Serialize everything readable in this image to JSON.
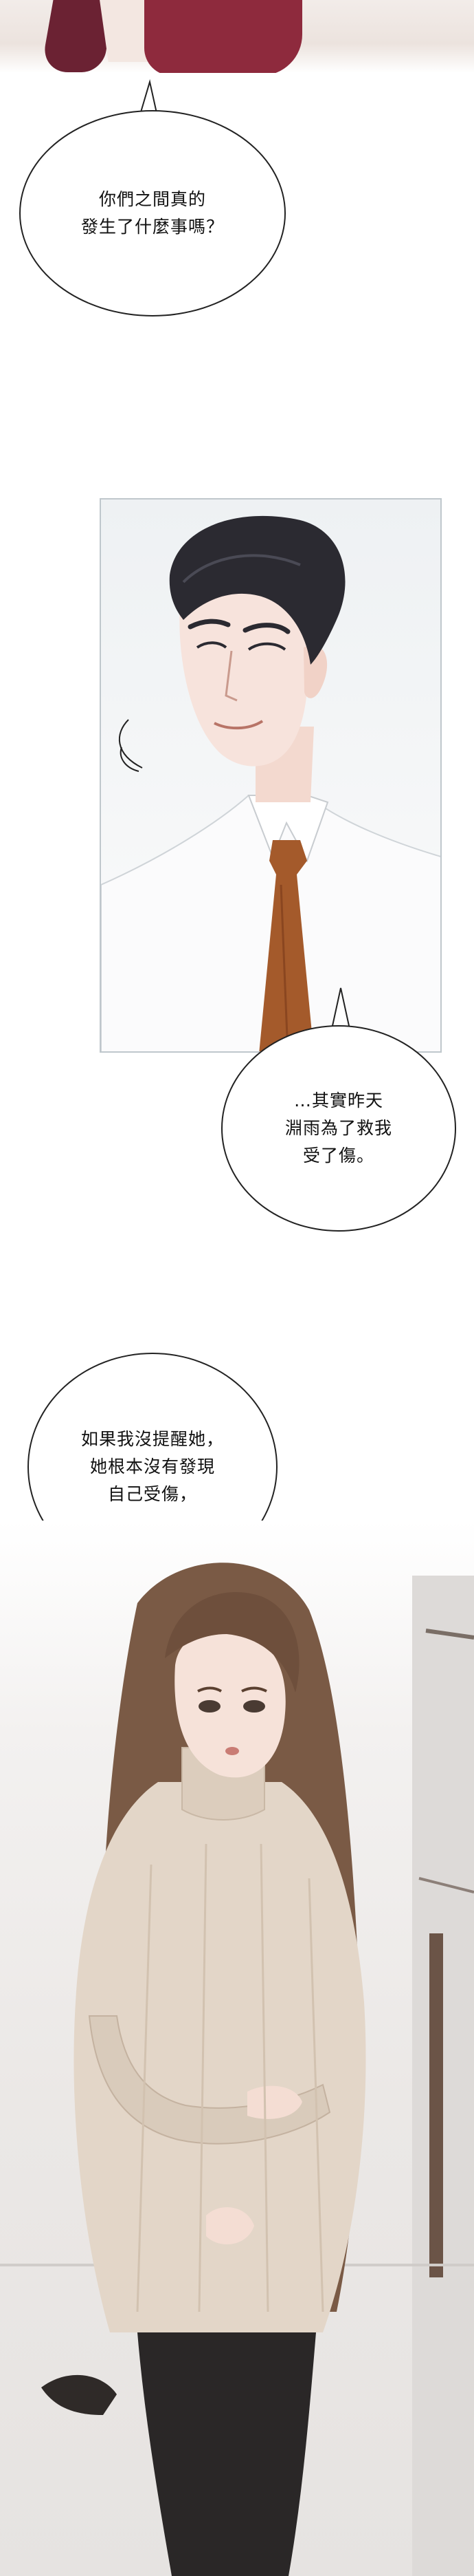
{
  "bubbles": [
    {
      "text": "你們之間真的\n發生了什麼事嗎？"
    },
    {
      "text": "…其實昨天\n淵雨為了救我\n受了傷。"
    },
    {
      "text": "如果我沒提醒她，\n她根本沒有發現\n自己受傷，"
    }
  ],
  "colors": {
    "hair_man": "#2b2a31",
    "tie": "#a45a2b",
    "hair_woman": "#7a5a45",
    "sweater": "#e3d6c8",
    "coat": "#8e2a3d"
  }
}
